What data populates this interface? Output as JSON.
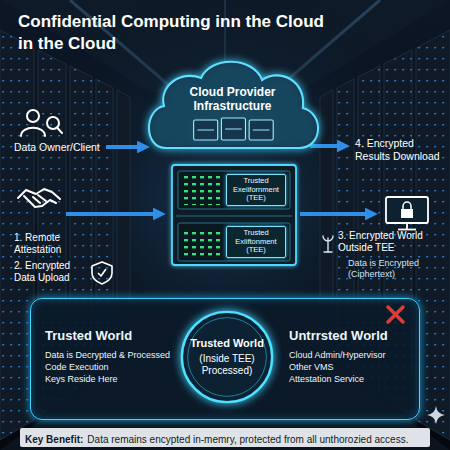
{
  "diagram": {
    "title": "Confidential Computing inn the Cloud in the Cloud",
    "nodes": [
      {
        "text": [
          "Cloud Provider Infrastructure"
        ]
      },
      {
        "text": [
          "Trusted Exeiifornment (TEE)"
        ]
      },
      {
        "text": [
          "Trusted Exiiftonment (TEE)"
        ]
      },
      {
        "text": [
          "Trusted World",
          "Data is Decrypted & Processed",
          "Code Execution",
          "Keys Reside Here",
          "Untrrsted World",
          "Cloud Admin/Hypervisor",
          "Other VMS",
          "Attestation Service"
        ]
      },
      {
        "text": [
          "Trusted World",
          "(Inside TEE) Processed)"
        ],
        "in": 3
      },
      {
        "text": [
          "Key Benefit:",
          "Data remains encypted in-memry, protected from all unthorozied access."
        ]
      }
    ],
    "labels": [
      "Data Owner/Client",
      "4. Encrypted Results Download",
      "1. Remote Attestation",
      "2. Encrypted Data Upload",
      "3. Encrypted World Outside TEE",
      "Data is Encrypted (Ciphertext)"
    ]
  }
}
